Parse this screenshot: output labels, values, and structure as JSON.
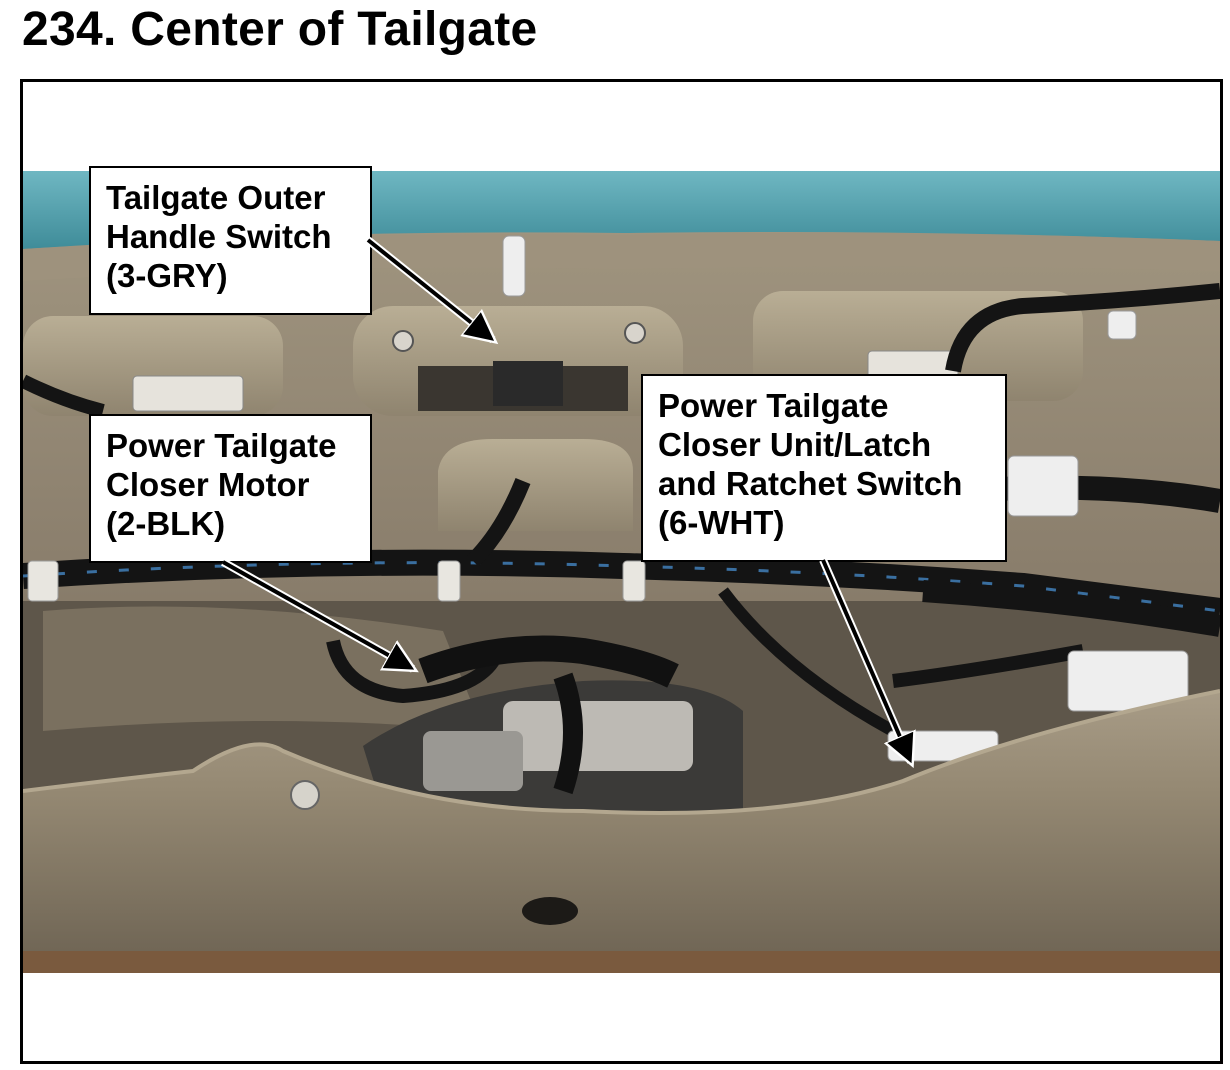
{
  "page": {
    "title": "234.  Center of Tailgate"
  },
  "callouts": {
    "outer_handle_switch": {
      "lines": [
        "Tailgate Outer",
        "Handle Switch",
        "(3-GRY)"
      ]
    },
    "closer_motor": {
      "lines": [
        "Power Tailgate",
        "Closer Motor",
        "(2-BLK)"
      ]
    },
    "closer_unit_latch": {
      "lines": [
        "Power Tailgate",
        "Closer Unit/Latch",
        "and Ratchet Switch",
        "(6-WHT)"
      ]
    }
  },
  "colors": {
    "panel": "#8a7e6c",
    "glass": "#5aa8b4",
    "harness": "#111111",
    "connector_white": "#eeeeee"
  }
}
